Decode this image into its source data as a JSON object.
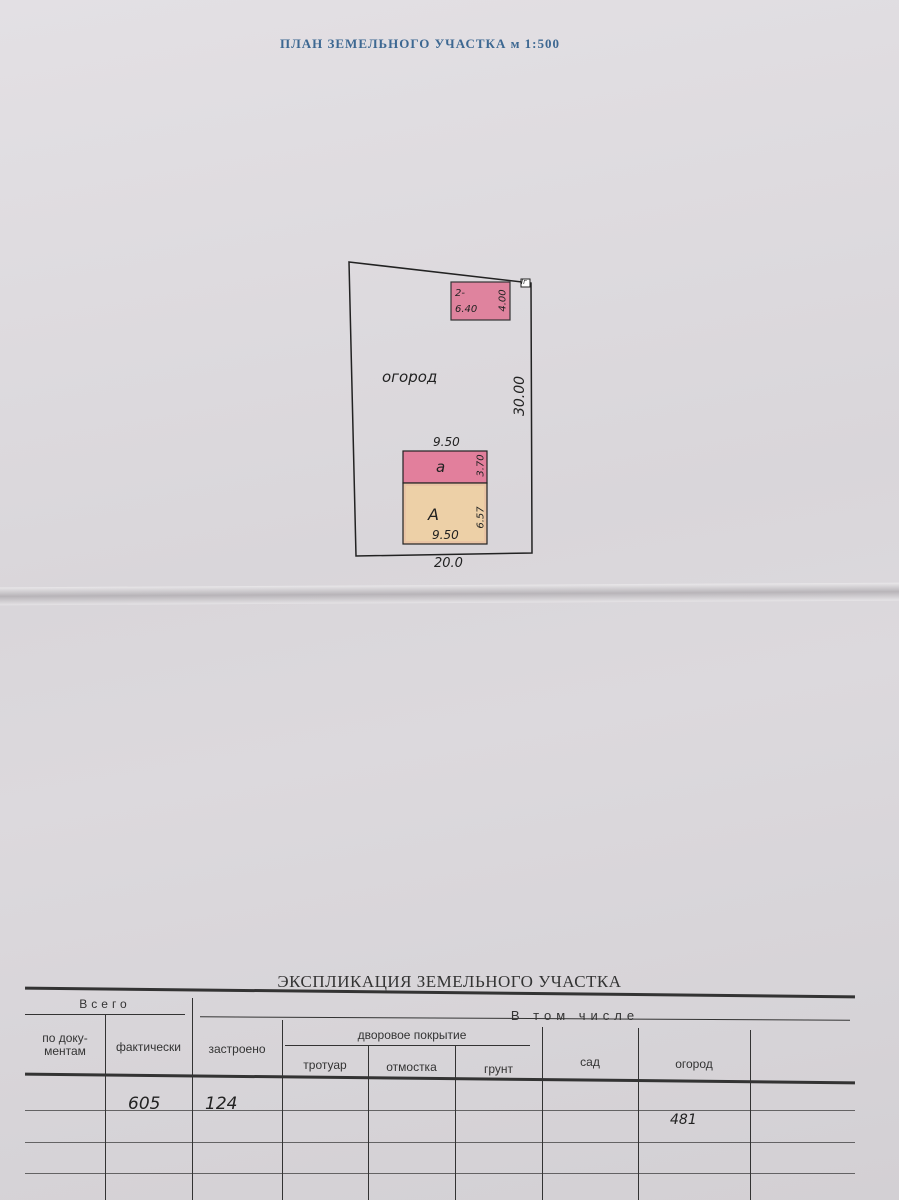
{
  "plan": {
    "title": "ПЛАН ЗЕМЕЛЬНОГО УЧАСТКА м 1:500",
    "garden_label": "огород",
    "side_length": "30.00",
    "bottom_length": "20.0",
    "shed": {
      "label": "2-",
      "width": "6.40",
      "depth": "4.00"
    },
    "corner_mark": "Iг",
    "house": {
      "top_width": "9.50",
      "annex_label": "a",
      "annex_depth": "3.70",
      "main_label": "А",
      "main_depth": "6.57",
      "bottom_width": "9.50"
    }
  },
  "explication": {
    "title": "ЭКСПЛИКАЦИЯ ЗЕМЕЛЬНОГО УЧАСТКА",
    "headers": {
      "total": "Всего",
      "by_documents": "по доку-ментам",
      "actual": "фактически",
      "including": "В том числе",
      "built": "застроено",
      "yard_cover": "дворовое покрытие",
      "sidewalk": "тротуар",
      "blind_area": "отмостка",
      "soil": "грунт",
      "orchard": "сад",
      "garden": "огород"
    },
    "row": {
      "actual": "605",
      "built": "124",
      "garden": "481"
    }
  }
}
